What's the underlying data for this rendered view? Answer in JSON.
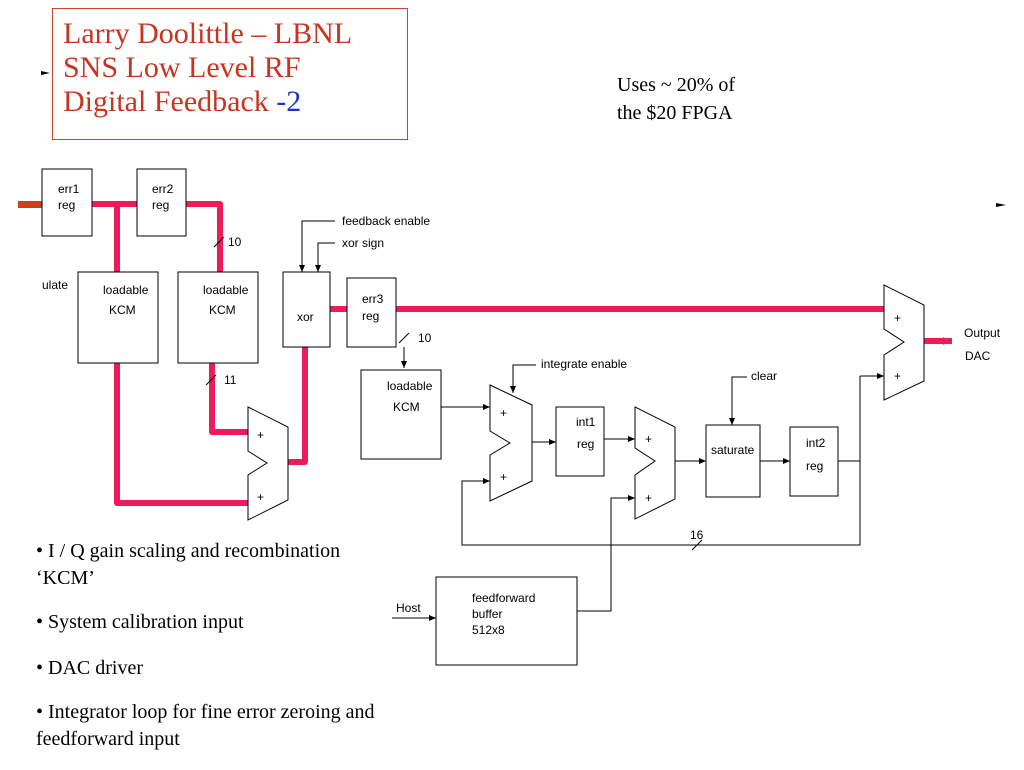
{
  "title": {
    "line1": "Larry Doolittle – LBNL",
    "line2": "SNS Low Level RF",
    "line3": "Digital Feedback ",
    "suffix": "-2"
  },
  "note": {
    "line1": "Uses ~ 20% of",
    "line2": "the $20 FPGA"
  },
  "bullets": [
    "• I / Q gain scaling and recombination ‘KCM’",
    "• System calibration input",
    "• DAC driver",
    "• Integrator loop for fine error zeroing and feedforward input"
  ],
  "diagram": {
    "blocks": {
      "err1": [
        "err1",
        "reg"
      ],
      "err2": [
        "err2",
        "reg"
      ],
      "kcm1": [
        "loadable",
        "KCM"
      ],
      "kcm2": [
        "loadable",
        "KCM"
      ],
      "xor": "xor",
      "err3": [
        "err3",
        "reg"
      ],
      "kcm3": [
        "loadable",
        "KCM"
      ],
      "int1": [
        "int1",
        "reg"
      ],
      "saturate": "saturate",
      "int2": [
        "int2",
        "reg"
      ],
      "feedforward": [
        "feedforward",
        "buffer",
        "512x8"
      ]
    },
    "labels": {
      "feedback_enable": "feedback enable",
      "xor_sign": "xor sign",
      "integrate_enable": "integrate enable",
      "clear": "clear",
      "output": "Output",
      "dac": "DAC",
      "host": "Host",
      "modulate_fragment": "ulate",
      "plus": "+"
    },
    "bus_widths": {
      "w10a": "10",
      "w10b": "10",
      "w11": "11",
      "w16": "16"
    },
    "colors": {
      "bus": "#ec1c5c",
      "input_bar": "#c8401c",
      "title": "#c8341f",
      "suffix": "#1d33c9"
    }
  }
}
